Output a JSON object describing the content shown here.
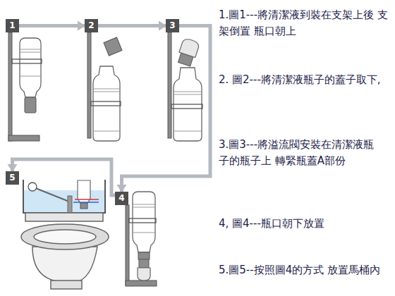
{
  "diagram": {
    "nodes": [
      {
        "text": [
          "1"
        ]
      },
      {
        "text": [
          "2"
        ]
      },
      {
        "text": [
          "3"
        ]
      },
      {
        "text": [
          "4"
        ]
      },
      {
        "text": [
          "5"
        ]
      }
    ],
    "edges": [
      {
        "from": 0,
        "to": 1,
        "arrow": "to"
      },
      {
        "from": 1,
        "to": 2,
        "arrow": "to"
      },
      {
        "from": 2,
        "to": 3,
        "arrow": "to"
      },
      {
        "from": 3,
        "to": 4,
        "arrow": "to"
      }
    ],
    "labels": [
      "1.圖1---將清潔液到裝在支架上後 支架倒置 瓶口朝上",
      "2. 圖2---將清潔液瓶子的蓋子取下,",
      "3.圖3---將溢流閥安裝在清潔液瓶子的瓶子上 轉緊瓶蓋A部份",
      "4, 圖4---瓶口朝下放置",
      "5.圖5--按照圖4的方式 放置馬桶內"
    ]
  }
}
